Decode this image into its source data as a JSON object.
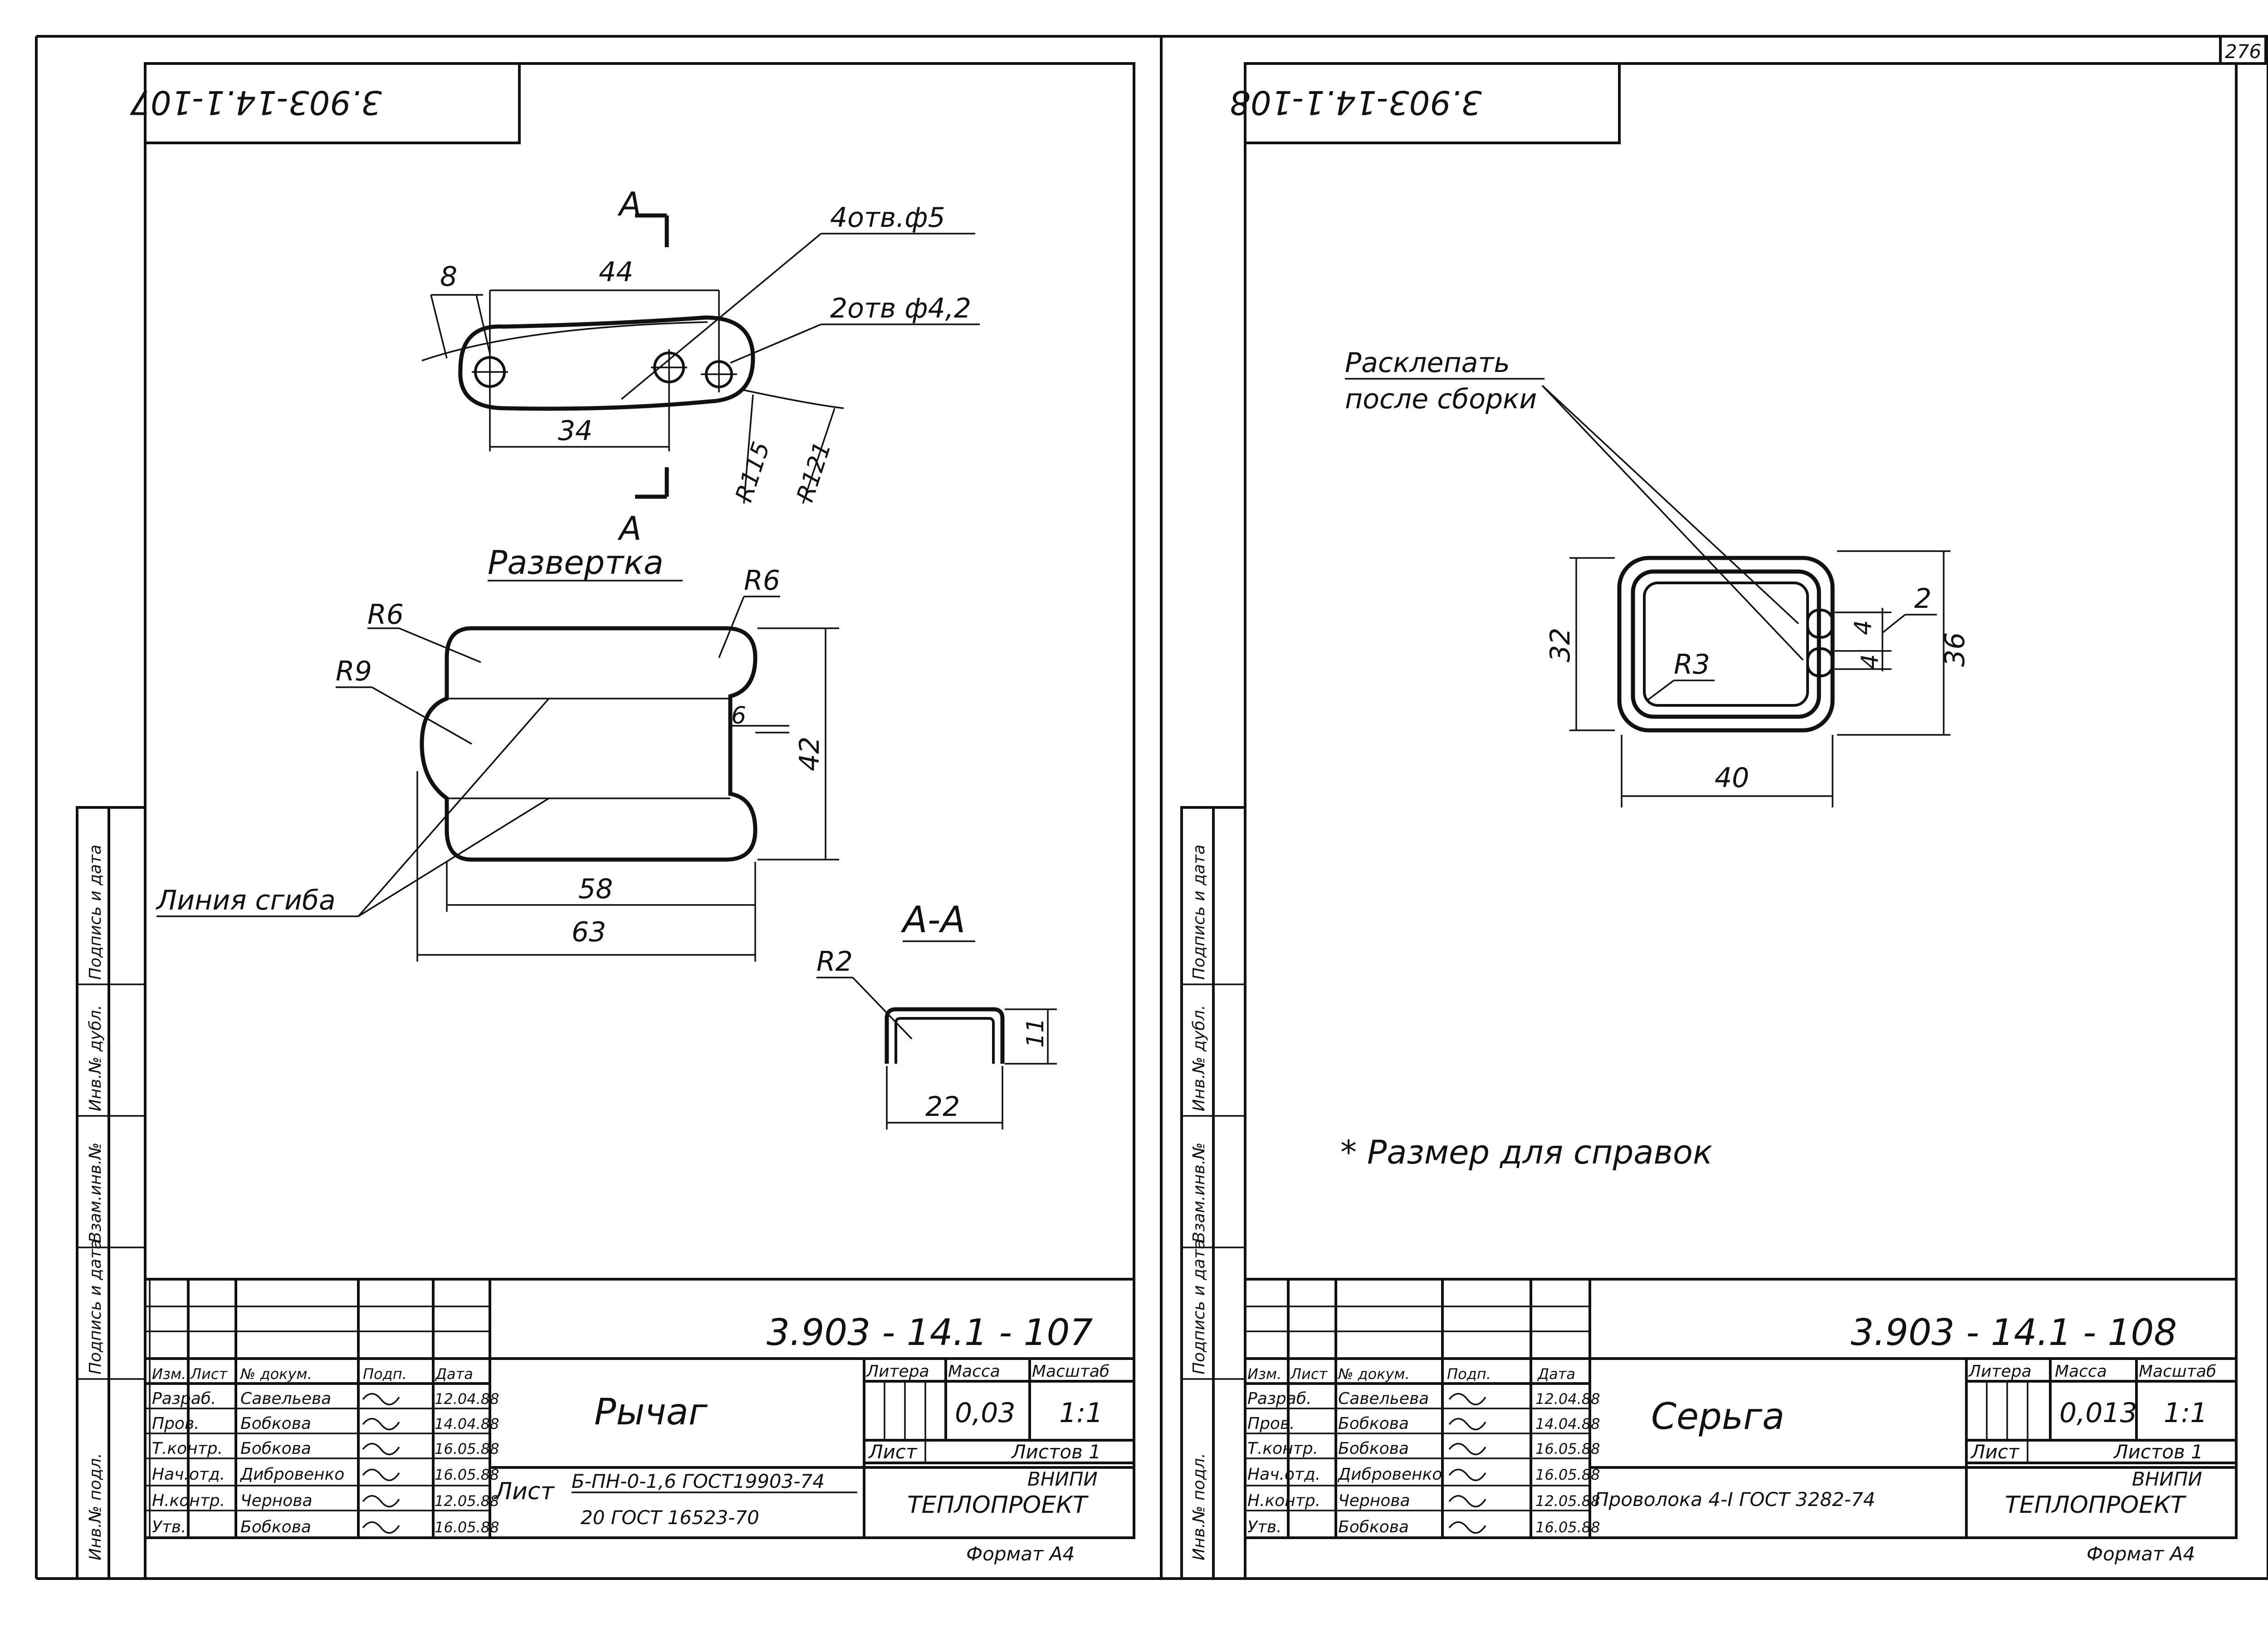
{
  "page_number": "276",
  "sheet_left": {
    "stamp_top": "3.903-14.1-107",
    "designation": "3.903 - 14.1 - 107",
    "title": "Рычаг",
    "section_mark": "А",
    "holes_4": "4отв.ф5",
    "holes_2": "2отв ф4,2",
    "dims_top": [
      "8",
      "44",
      "34",
      "R115",
      "R121"
    ],
    "razvertka_label": "Развертка",
    "razvertka_dims": [
      "R6",
      "R6",
      "R9",
      "6",
      "42",
      "58",
      "63"
    ],
    "bend_line": "Линия сгиба",
    "section_title": "А-А",
    "section_dims": [
      "R2",
      "11",
      "22"
    ],
    "mass": "0,03",
    "scale": "1:1",
    "material_line1": "Б-ПН-0-1,6 ГОСТ19903-74",
    "material_line2": "20 ГОСТ 16523-70",
    "material_prefix": "Лист",
    "sheets_total": "Листов 1",
    "format": "Формат А4",
    "people": [
      "Савельева",
      "Бобкова",
      "Бобкова",
      "Дибровенко",
      "Чернова",
      "Бобкова"
    ],
    "dates": [
      "12.04.88",
      "14.04.88",
      "16.05.88",
      "16.05.88",
      "12.05.88",
      "16.05.88"
    ]
  },
  "sheet_right": {
    "stamp_top": "3.903-14.1-108",
    "designation": "3.903 - 14.1 - 108",
    "title": "Серьга",
    "note_rivet_1": "Расклепать",
    "note_rivet_2": "после сборки",
    "dims": [
      "32",
      "36",
      "40",
      "R3",
      "2",
      "4",
      "4"
    ],
    "reference_note": "* Размер для справок",
    "mass": "0,013",
    "scale": "1:1",
    "material": "Проволока 4-I ГОСТ 3282-74",
    "sheets_total": "Листов 1",
    "format": "Формат А4",
    "people": [
      "Савельева",
      "Бобкова",
      "Бобкова",
      "Дибровенко",
      "Чернова",
      "Бобкова"
    ],
    "dates": [
      "12.04.88",
      "14.04.88",
      "16.05.88",
      "16.05.88",
      "12.05.88",
      "16.05.88"
    ]
  },
  "common": {
    "title_block_headers": [
      "Изм.",
      "Лист",
      "№ докум.",
      "Подп.",
      "Дата"
    ],
    "roles": [
      "Разраб.",
      "Пров.",
      "Т.контр.",
      "Нач.отд.",
      "Н.контр.",
      "Утв."
    ],
    "col_litera": "Литера",
    "col_mass": "Масса",
    "col_scale": "Масштаб",
    "sheet_label": "Лист",
    "org_line1": "ВНИПИ",
    "org_line2": "ТЕПЛОПРОЕКТ",
    "side_labels": [
      "Инв.№ подл.",
      "Подпись и дата",
      "Взам.инв.№",
      "Инв.№ дубл.",
      "Подпись и дата"
    ]
  }
}
